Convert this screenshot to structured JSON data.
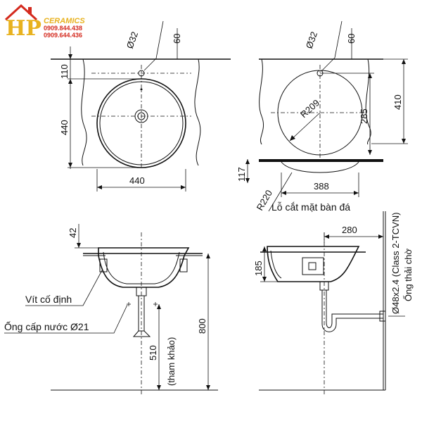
{
  "logo": {
    "mark": "HP",
    "brand": "CERAMICS",
    "phone1": "0909.844.438",
    "phone2": "0909.644.436",
    "colors": {
      "mark": "#e8b21f",
      "brand": "#e8b21f",
      "phones": "#d42a1e",
      "roof": "#d42a1e"
    }
  },
  "top_left": {
    "hole_dia": "Ø32",
    "dim_60": "60",
    "dim_110": "110",
    "dim_440_v": "440",
    "dim_440_h": "440"
  },
  "top_right": {
    "hole_dia": "Ø32",
    "dim_60": "60",
    "radius_bowl": "R209",
    "dim_285": "285",
    "dim_410": "410",
    "dim_117": "117",
    "radius_cut": "R220",
    "dim_388": "388",
    "caption": "Lỗ cắt mặt bàn đá"
  },
  "bottom_left": {
    "dim_42": "42",
    "label_screw": "Vít cố định",
    "label_supply": "Ống cấp nước Ø21",
    "dim_800": "800",
    "dim_510": "510",
    "dim_510_note": "(tham khảo)"
  },
  "bottom_right": {
    "dim_280": "280",
    "dim_185": "185",
    "pipe_spec": "Ø48x2.4 (Class 2-TCVN)",
    "pipe_label": "Ống thải chờ"
  }
}
